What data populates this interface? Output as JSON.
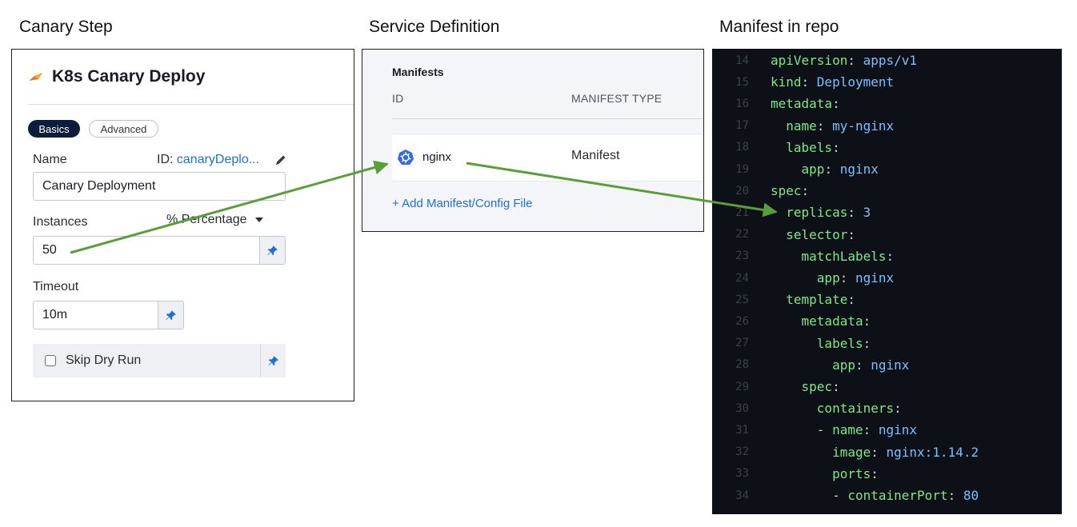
{
  "headings": {
    "canary_step": "Canary Step",
    "service_definition": "Service Definition",
    "manifest_in_repo": "Manifest in repo"
  },
  "canary_panel": {
    "title": "K8s Canary Deploy",
    "tabs": {
      "basics": "Basics",
      "advanced": "Advanced"
    },
    "name_label": "Name",
    "id_prefix": "ID: ",
    "id_value": "canaryDeplo...",
    "name_value": "Canary Deployment",
    "instances_label": "Instances",
    "instances_unit": "% Percentage",
    "instances_value": "50",
    "timeout_label": "Timeout",
    "timeout_value": "10m",
    "skip_dry_run_label": "Skip Dry Run",
    "accent_color": "#0b1d3a",
    "link_color": "#1f6fd6"
  },
  "service_panel": {
    "section_title": "Manifests",
    "columns": {
      "id": "ID",
      "type": "MANIFEST TYPE"
    },
    "rows": [
      {
        "id": "nginx",
        "type": "Manifest",
        "icon": "kubernetes-icon"
      }
    ],
    "add_link": "+ Add Manifest/Config File"
  },
  "code_panel": {
    "lines": [
      {
        "n": "14",
        "indent": "",
        "key": "apiVersion",
        "val": "apps/v1"
      },
      {
        "n": "15",
        "indent": "",
        "key": "kind",
        "val": "Deployment"
      },
      {
        "n": "16",
        "indent": "",
        "key": "metadata",
        "val": ""
      },
      {
        "n": "17",
        "indent": "  ",
        "key": "name",
        "val": "my-nginx"
      },
      {
        "n": "18",
        "indent": "  ",
        "key": "labels",
        "val": ""
      },
      {
        "n": "19",
        "indent": "    ",
        "key": "app",
        "val": "nginx"
      },
      {
        "n": "20",
        "indent": "",
        "key": "spec",
        "val": ""
      },
      {
        "n": "21",
        "indent": "  ",
        "key": "replicas",
        "val": "3"
      },
      {
        "n": "22",
        "indent": "  ",
        "key": "selector",
        "val": ""
      },
      {
        "n": "23",
        "indent": "    ",
        "key": "matchLabels",
        "val": ""
      },
      {
        "n": "24",
        "indent": "      ",
        "key": "app",
        "val": "nginx"
      },
      {
        "n": "25",
        "indent": "  ",
        "key": "template",
        "val": ""
      },
      {
        "n": "26",
        "indent": "    ",
        "key": "metadata",
        "val": ""
      },
      {
        "n": "27",
        "indent": "      ",
        "key": "labels",
        "val": ""
      },
      {
        "n": "28",
        "indent": "        ",
        "key": "app",
        "val": "nginx"
      },
      {
        "n": "29",
        "indent": "    ",
        "key": "spec",
        "val": ""
      },
      {
        "n": "30",
        "indent": "      ",
        "key": "containers",
        "val": ""
      },
      {
        "n": "31",
        "indent": "      - ",
        "key": "name",
        "val": "nginx"
      },
      {
        "n": "32",
        "indent": "        ",
        "key": "image",
        "val": "nginx:1.14.2"
      },
      {
        "n": "33",
        "indent": "        ",
        "key": "ports",
        "val": ""
      },
      {
        "n": "34",
        "indent": "        - ",
        "key": "containerPort",
        "val": "80"
      }
    ],
    "colors": {
      "background": "#0d1117",
      "key": "#7ee787",
      "value": "#79c0ff",
      "line_number": "#3b4149"
    }
  },
  "arrow_color": "#5a9e3a"
}
